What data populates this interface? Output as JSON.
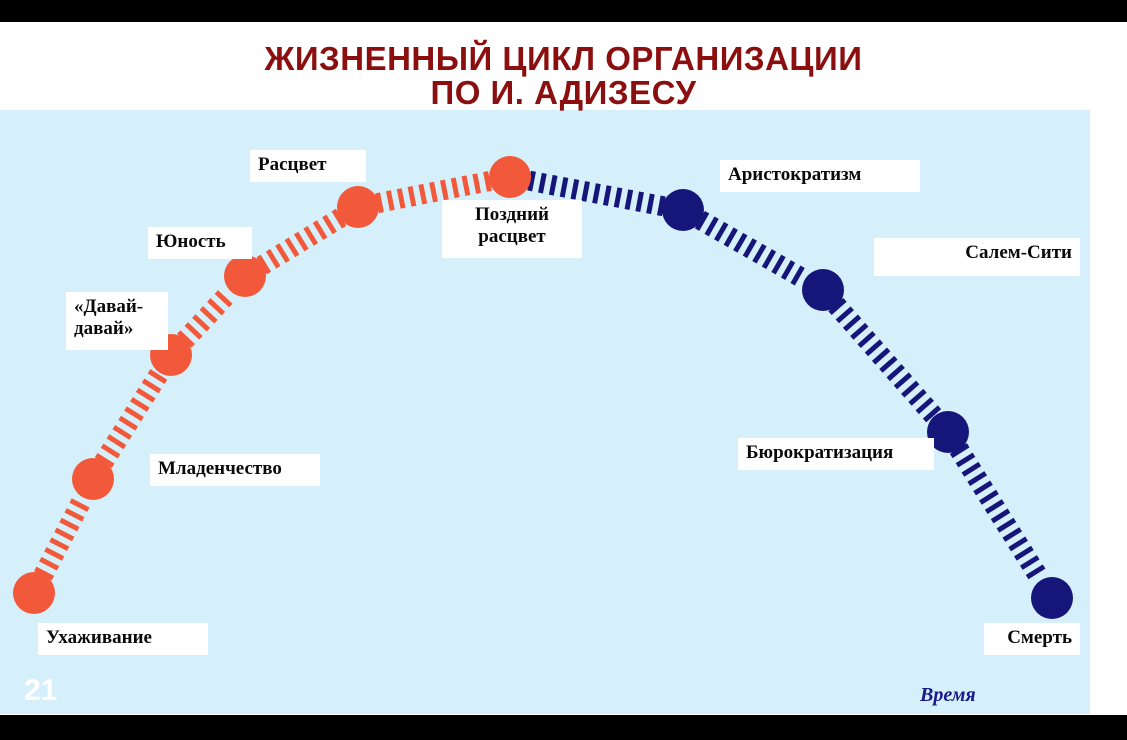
{
  "title": {
    "line1": "ЖИЗНЕННЫЙ ЦИКЛ ОРГАНИЗАЦИИ",
    "line2": "ПО И. АДИЗЕСУ"
  },
  "stages": [
    {
      "id": "courtship",
      "label": "Ухаживание",
      "phase": "growth"
    },
    {
      "id": "infancy",
      "label": "Младенчество",
      "phase": "growth"
    },
    {
      "id": "go-go",
      "label": "«Давай-\nдавай»",
      "phase": "growth"
    },
    {
      "id": "adolescence",
      "label": "Юность",
      "phase": "growth"
    },
    {
      "id": "prime",
      "label": "Расцвет",
      "phase": "growth"
    },
    {
      "id": "late-prime",
      "label": "Поздний\nрасцвет",
      "phase": "growth"
    },
    {
      "id": "aristocracy",
      "label": "Аристократизм",
      "phase": "decline"
    },
    {
      "id": "salem-city",
      "label": "Салем-Сити",
      "phase": "decline"
    },
    {
      "id": "bureaucracy",
      "label": "Бюрократизация",
      "phase": "decline"
    },
    {
      "id": "death",
      "label": "Смерть",
      "phase": "decline"
    }
  ],
  "axis_label": "Время",
  "slide_number": "21",
  "colors": {
    "title": "#8b0f0f",
    "growth": "#f2593a",
    "decline": "#16167a",
    "panel": "#d6f0fb"
  }
}
